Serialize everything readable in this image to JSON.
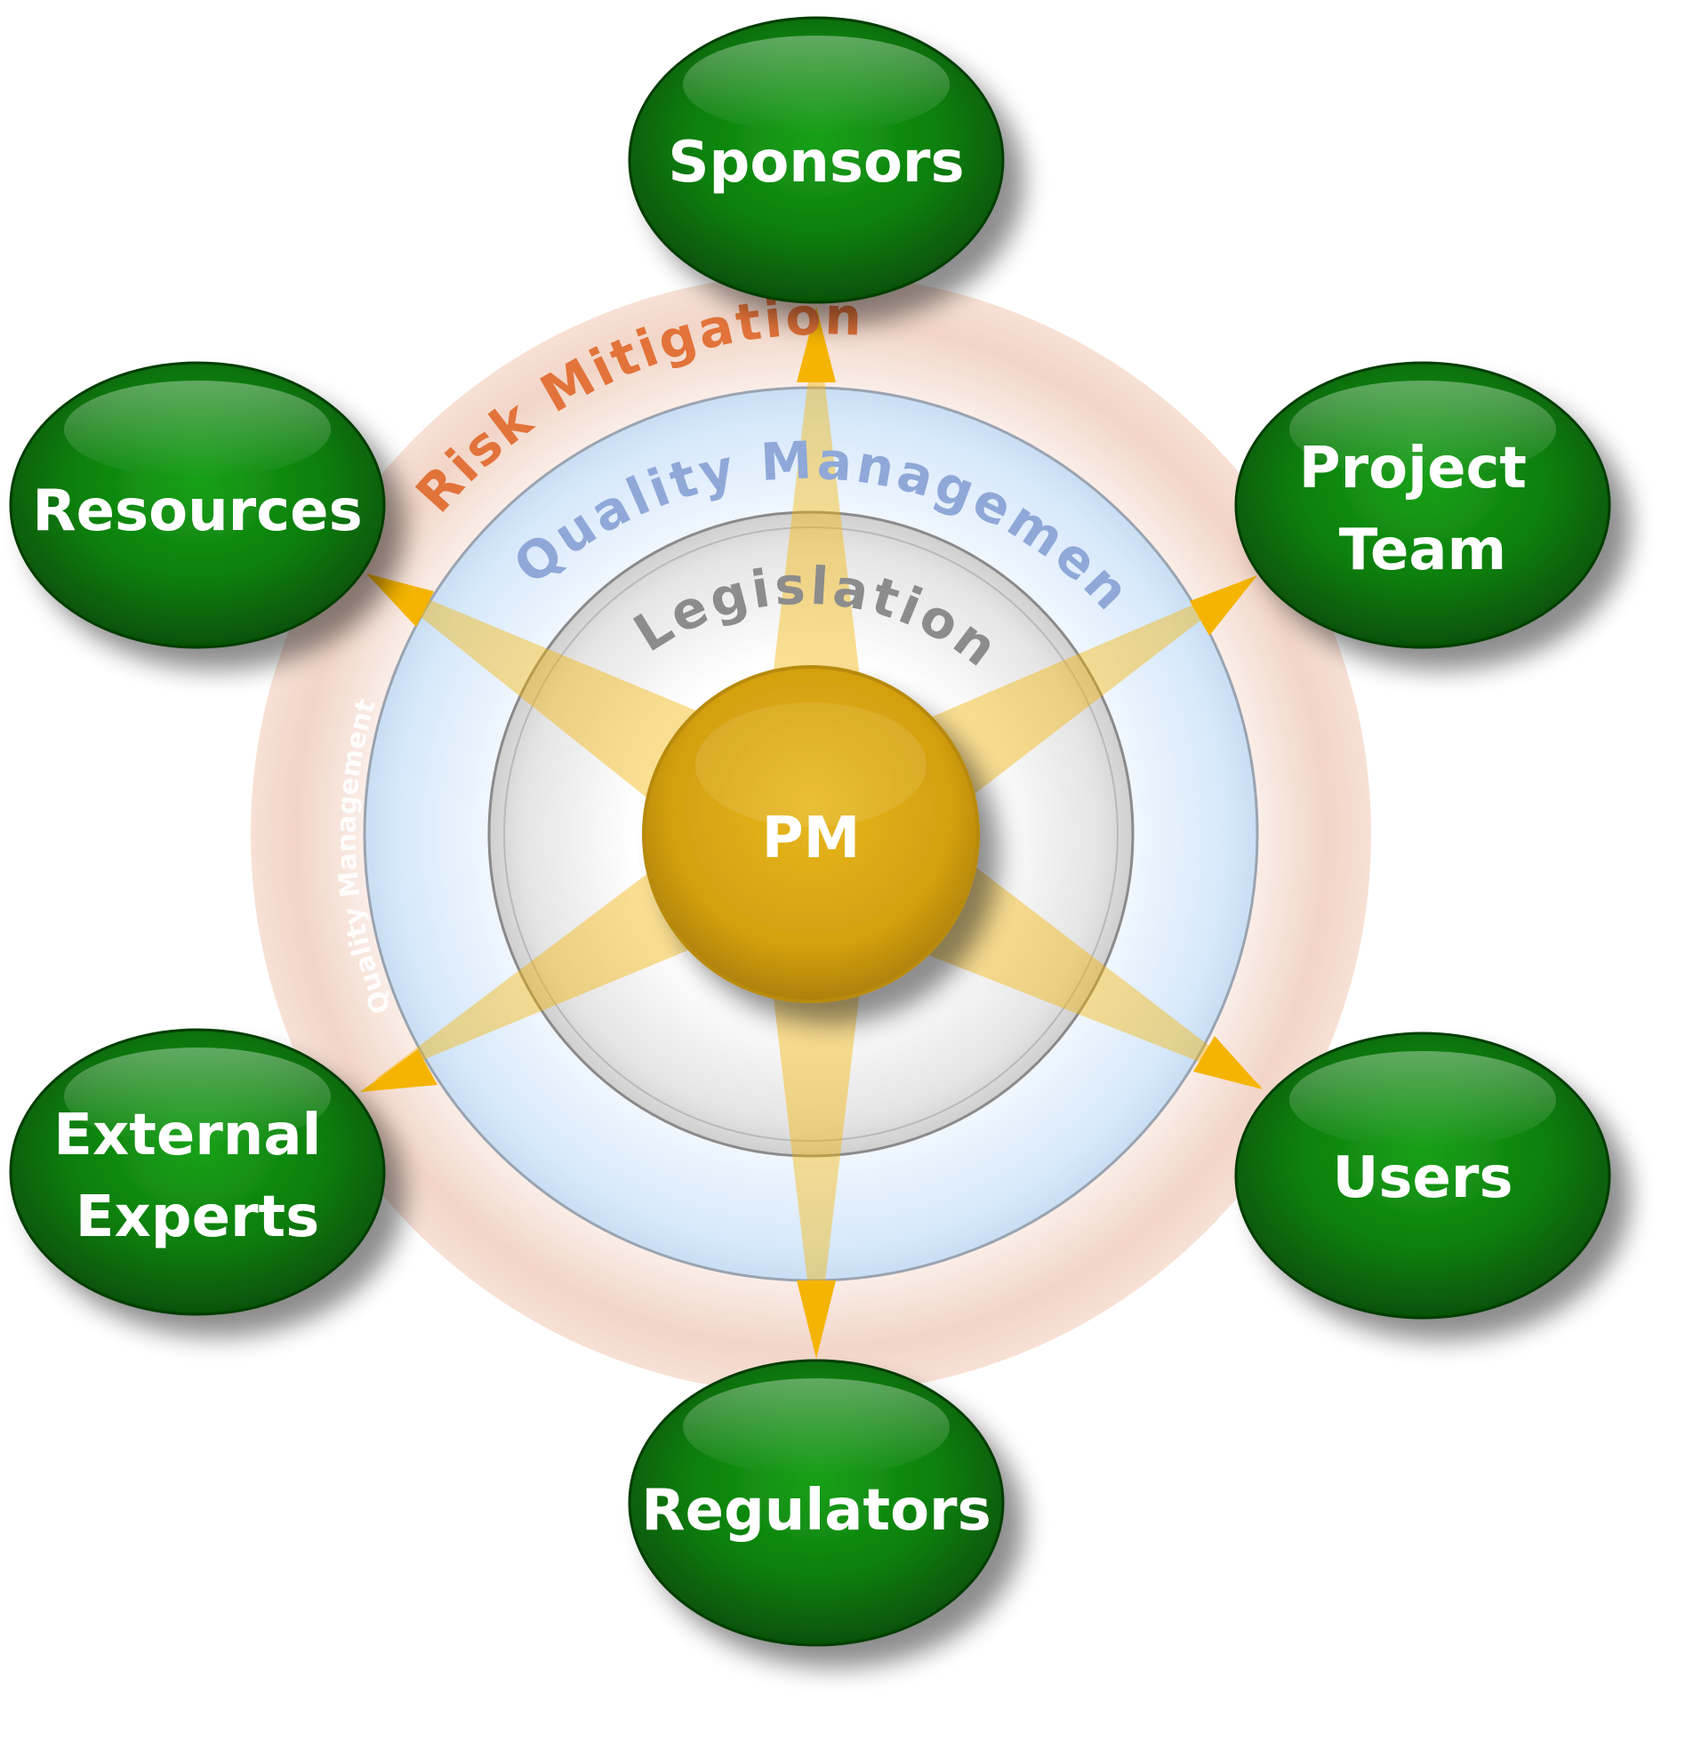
{
  "center": {
    "label": "PM"
  },
  "rings": {
    "outer": {
      "label": "Risk Mitigation",
      "color": "#e2733a"
    },
    "middle": {
      "label": "Quality Management",
      "color": "#8fa8d8"
    },
    "middle_faint": {
      "label": "Quality Management"
    },
    "inner": {
      "label": "Legislation",
      "color": "#8c8c8c"
    }
  },
  "stakeholders": {
    "sponsors": {
      "lines": [
        "Sponsors"
      ]
    },
    "project_team": {
      "lines": [
        "Project",
        "Team"
      ]
    },
    "users": {
      "lines": [
        "Users"
      ]
    },
    "regulators": {
      "lines": [
        "Regulators"
      ]
    },
    "external_experts": {
      "lines": [
        "External",
        "Experts"
      ]
    },
    "resources": {
      "lines": [
        "Resources"
      ]
    }
  },
  "colors": {
    "node_green": "#0d7a0d",
    "node_green_dark": "#064f06",
    "star_gold": "#f5b400",
    "center_gold": "#d9a514",
    "outer_ring": "#f1d4c6",
    "middle_ring": "#d7e8fa",
    "inner_ring": "#ececec"
  }
}
